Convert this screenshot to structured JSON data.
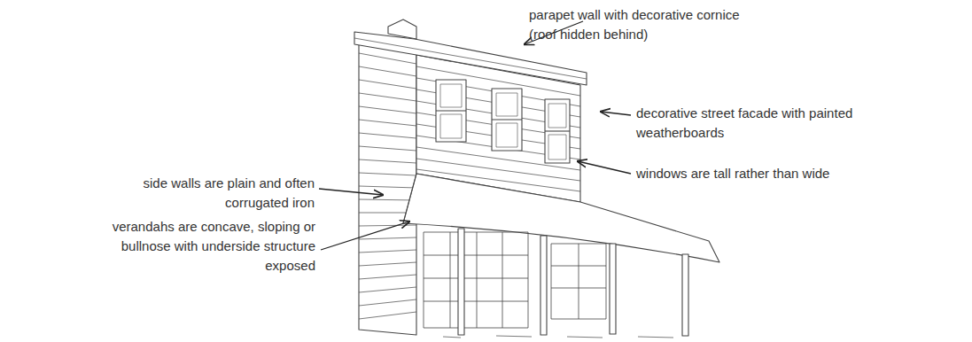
{
  "diagram": {
    "labels": [
      "parapet wall with decorative cornice (roof hidden behind)",
      "decorative street facade with painted weatherboards",
      "windows are tall rather than wide",
      "side walls are plain and often corrugated iron",
      "verandahs are concave, sloping or bullnose with underside structure exposed"
    ]
  }
}
